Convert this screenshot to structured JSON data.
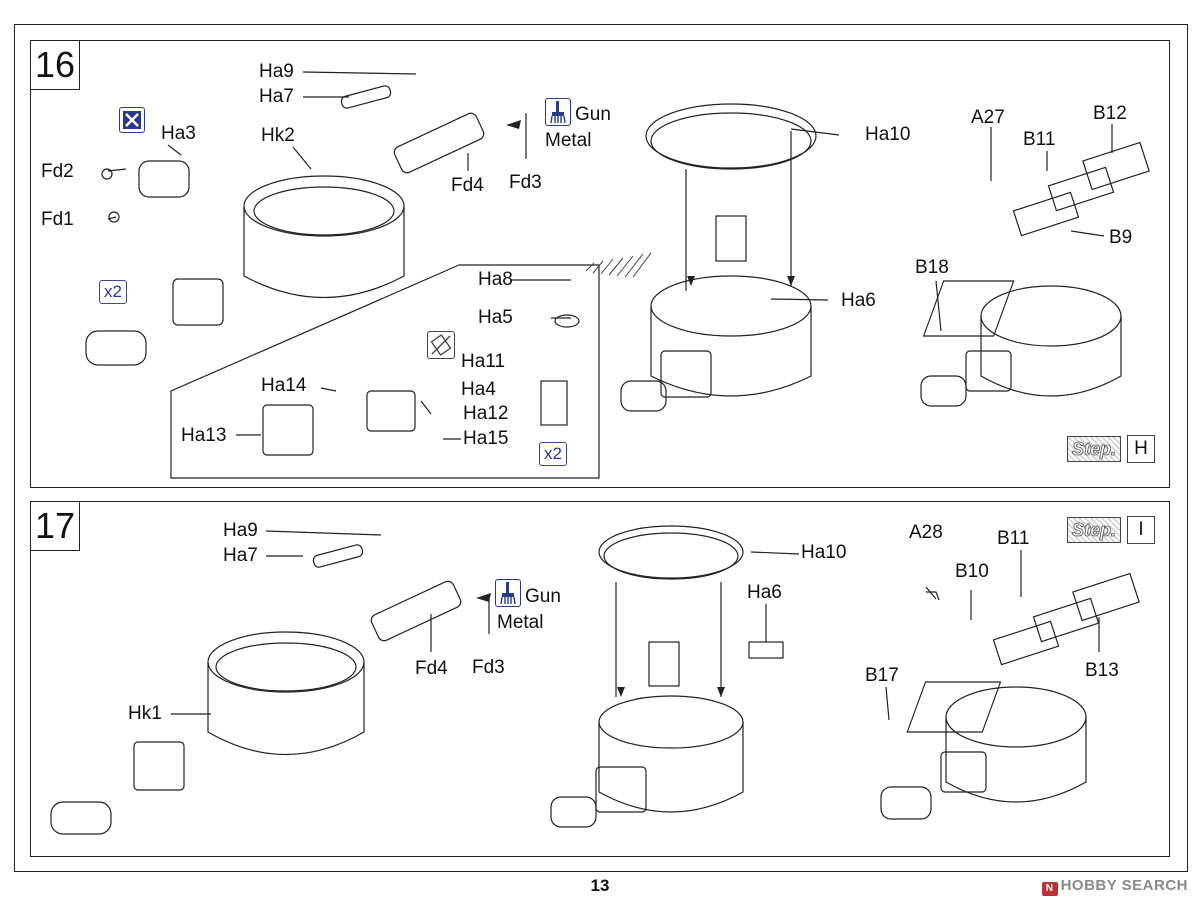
{
  "page": {
    "number": "13"
  },
  "watermark": {
    "text": "HOBBY SEARCH",
    "logo": "N"
  },
  "step16": {
    "number": "16",
    "labels": {
      "ha9": "Ha9",
      "ha7": "Ha7",
      "hk2": "Hk2",
      "ha3": "Ha3",
      "fd2": "Fd2",
      "fd1": "Fd1",
      "fd4": "Fd4",
      "fd3": "Fd3",
      "gun": "Gun",
      "metal": "Metal",
      "ha10": "Ha10",
      "ha6": "Ha6",
      "ha8": "Ha8",
      "ha5": "Ha5",
      "ha11": "Ha11",
      "ha4": "Ha4",
      "ha12": "Ha12",
      "ha14": "Ha14",
      "ha13": "Ha13",
      "ha15": "Ha15",
      "a27": "A27",
      "b11": "B11",
      "b12": "B12",
      "b9": "B9",
      "b18": "B18"
    },
    "x2_left": "x2",
    "x2_inset": "x2",
    "step_word": "Step.",
    "step_letter": "H"
  },
  "step17": {
    "number": "17",
    "labels": {
      "ha9": "Ha9",
      "ha7": "Ha7",
      "hk1": "Hk1",
      "fd4": "Fd4",
      "fd3": "Fd3",
      "gun": "Gun",
      "metal": "Metal",
      "ha10": "Ha10",
      "ha6": "Ha6",
      "a28": "A28",
      "b11": "B11",
      "b10": "B10",
      "b13": "B13",
      "b17": "B17"
    },
    "step_word": "Step.",
    "step_letter": "I"
  },
  "icons": {
    "glue": "glue-icon",
    "paint_brush": "paint-brush-icon",
    "no_glue": "no-glue-icon"
  },
  "colors": {
    "callout": "#2a3a8a",
    "line": "#222222"
  }
}
